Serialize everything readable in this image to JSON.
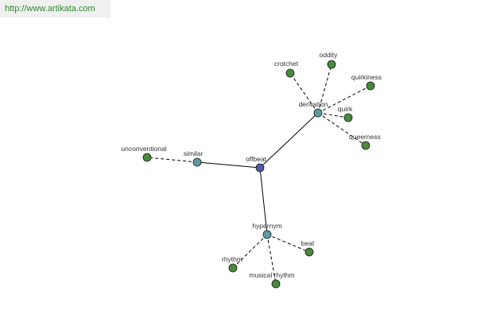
{
  "banner": {
    "url": "http://www.artikata.com"
  },
  "colors": {
    "root": "#4a5aa8",
    "relation": "#5a9aa0",
    "leaf": "#4a8a3a",
    "edge": "#000000"
  },
  "graph": {
    "nodes": [
      {
        "id": "offbeat",
        "label": "offbeat",
        "kind": "root"
      },
      {
        "id": "derivation",
        "label": "derivation",
        "kind": "relation"
      },
      {
        "id": "similar",
        "label": "similar",
        "kind": "relation"
      },
      {
        "id": "hypernym",
        "label": "hypernym",
        "kind": "relation"
      },
      {
        "id": "crotchet",
        "label": "crotchet",
        "kind": "leaf"
      },
      {
        "id": "oddity",
        "label": "oddity",
        "kind": "leaf"
      },
      {
        "id": "quirkiness",
        "label": "quirkiness",
        "kind": "leaf"
      },
      {
        "id": "quirk",
        "label": "quirk",
        "kind": "leaf"
      },
      {
        "id": "queerness",
        "label": "queerness",
        "kind": "leaf"
      },
      {
        "id": "unconventional",
        "label": "unconventional",
        "kind": "leaf"
      },
      {
        "id": "beat",
        "label": "beat",
        "kind": "leaf"
      },
      {
        "id": "rhythm",
        "label": "rhythm",
        "kind": "leaf"
      },
      {
        "id": "musical-rhythm",
        "label": "musical rhythm",
        "kind": "leaf"
      }
    ],
    "edges": [
      {
        "from": "offbeat",
        "to": "derivation",
        "style": "solid"
      },
      {
        "from": "offbeat",
        "to": "similar",
        "style": "solid"
      },
      {
        "from": "offbeat",
        "to": "hypernym",
        "style": "solid"
      },
      {
        "from": "derivation",
        "to": "crotchet",
        "style": "dashed"
      },
      {
        "from": "derivation",
        "to": "oddity",
        "style": "dashed"
      },
      {
        "from": "derivation",
        "to": "quirkiness",
        "style": "dashed"
      },
      {
        "from": "derivation",
        "to": "quirk",
        "style": "dashed"
      },
      {
        "from": "derivation",
        "to": "queerness",
        "style": "dashed"
      },
      {
        "from": "similar",
        "to": "unconventional",
        "style": "dashed"
      },
      {
        "from": "hypernym",
        "to": "beat",
        "style": "dashed"
      },
      {
        "from": "hypernym",
        "to": "rhythm",
        "style": "dashed"
      },
      {
        "from": "hypernym",
        "to": "musical-rhythm",
        "style": "dashed"
      }
    ]
  }
}
